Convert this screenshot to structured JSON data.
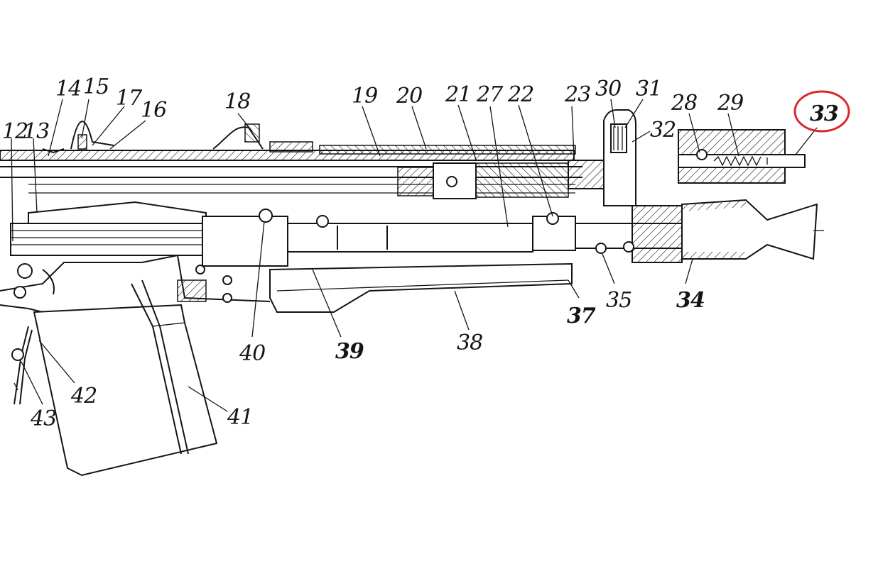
{
  "labels": {
    "l12": "12",
    "l13": "13",
    "l14": "14",
    "l15": "15",
    "l16": "16",
    "l17": "17",
    "l18": "18",
    "l19": "19",
    "l20": "20",
    "l21": "21",
    "l22": "22",
    "l23": "23",
    "l27": "27",
    "l28": "28",
    "l29": "29",
    "l30": "30",
    "l31": "31",
    "l32": "32",
    "l33": "33",
    "l34": "34",
    "l35": "35",
    "l37": "37",
    "l38": "38",
    "l39": "39",
    "l40": "40",
    "l41": "41",
    "l42": "42",
    "l43": "43"
  },
  "highlight": {
    "target_label": "33",
    "color": "#d9262c"
  },
  "colors": {
    "line": "#141414",
    "background": "#ffffff"
  }
}
